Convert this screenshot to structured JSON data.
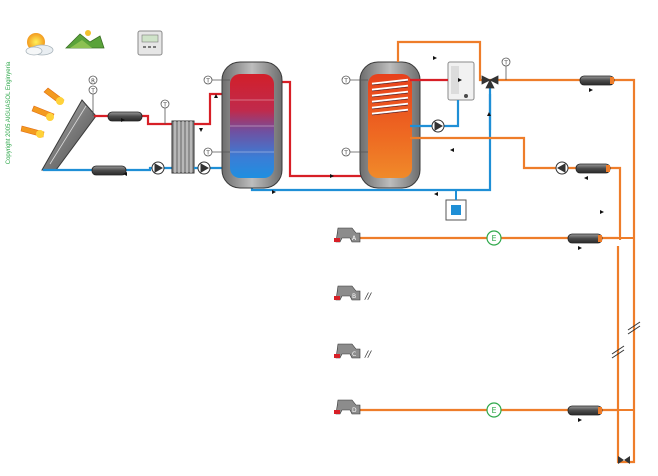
{
  "copyright": "Copyright 2005 AIGUASOL Enginyeria",
  "sensor_labels": {
    "r": "R",
    "t": "T"
  },
  "taps": [
    {
      "label": "A"
    },
    {
      "label": "B",
      "mark": "//"
    },
    {
      "label": "C",
      "mark": "//"
    },
    {
      "label": "D"
    }
  ],
  "meters": {
    "symbol": "E"
  },
  "colors": {
    "hot": "#d71f26",
    "cold": "#1f8fd6",
    "dhw": "#ee7d2a",
    "sky": "#2ea84a"
  },
  "icons": [
    "sun-cloud-icon",
    "landscape-icon",
    "controller-icon"
  ]
}
